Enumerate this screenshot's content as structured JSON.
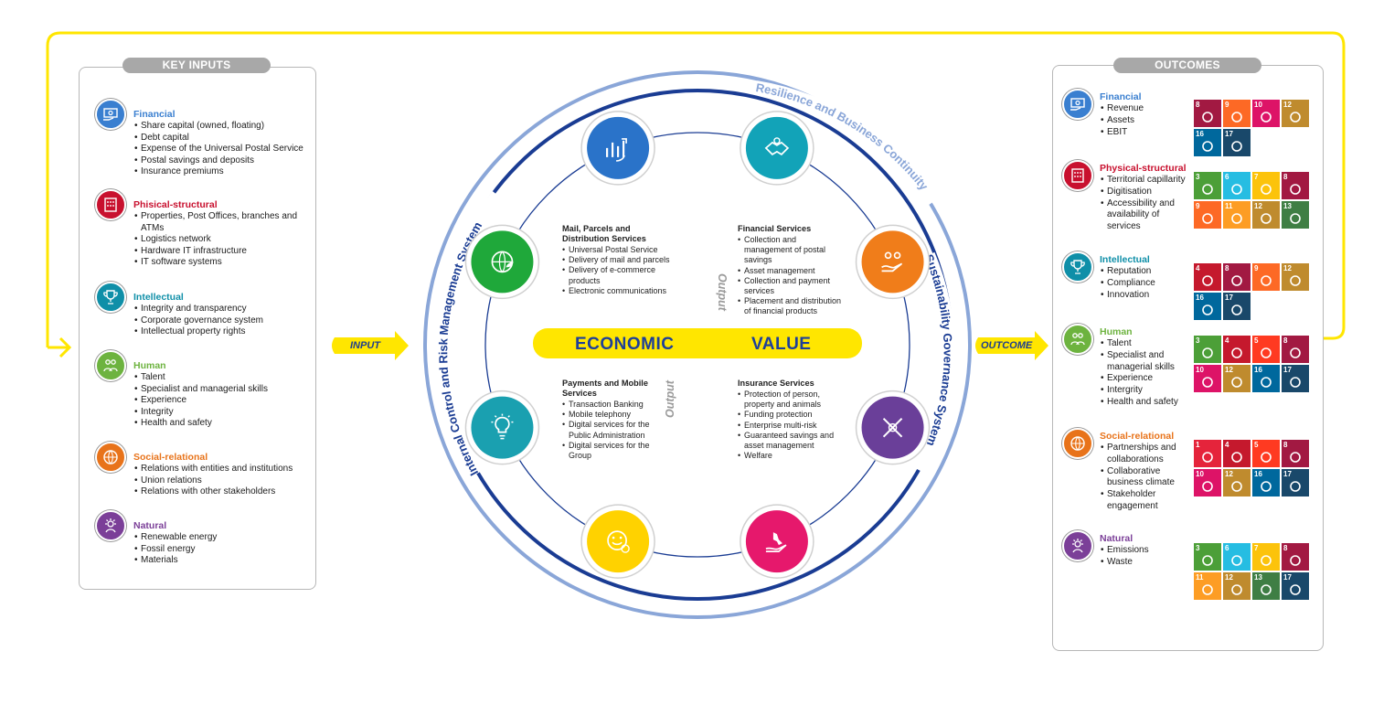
{
  "colors": {
    "yellow": "#ffe600",
    "navy": "#1e3f99",
    "light_blue": "#8aa6d8",
    "grey_pill": "#a8a8a8"
  },
  "key_inputs": {
    "title": "KEY INPUTS",
    "capitals": [
      {
        "name": "Financial",
        "color": "#3a7fd0",
        "icon": "money-hand-icon",
        "items": [
          "Share capital (owned, floating)",
          "Debt capital",
          "Expense of the Universal Postal Service",
          "Postal savings and deposits",
          "Insurance premiums"
        ]
      },
      {
        "name": "Phisical-structural",
        "color": "#c8102e",
        "icon": "building-icon",
        "items": [
          "Properties, Post Offices, branches and ATMs",
          "Logistics network",
          "Hardware IT infrastructure",
          "IT software systems"
        ]
      },
      {
        "name": "Intellectual",
        "color": "#0f8fa8",
        "icon": "trophy-icon",
        "items": [
          "Integrity and transparency",
          "Corporate governance system",
          "Intellectual property rights"
        ]
      },
      {
        "name": "Human",
        "color": "#6db33f",
        "icon": "people-icon",
        "items": [
          "Talent",
          "Specialist and managerial skills",
          "Experience",
          "Integrity",
          "Health and safety"
        ]
      },
      {
        "name": "Social-relational",
        "color": "#e8731a",
        "icon": "globe-icon",
        "items": [
          "Relations with entities and institutions",
          "Union relations",
          "Relations with other stakeholders"
        ]
      },
      {
        "name": "Natural",
        "color": "#7b3f98",
        "icon": "sun-leaf-icon",
        "items": [
          "Renewable energy",
          "Fossil energy",
          "Materials"
        ]
      }
    ]
  },
  "outcomes": {
    "title": "OUTCOMES",
    "capitals": [
      {
        "name": "Financial",
        "color": "#3a7fd0",
        "icon": "money-hand-icon",
        "items": [
          "Revenue",
          "Assets",
          "EBIT"
        ],
        "sdgs": [
          8,
          9,
          10,
          12,
          16,
          17
        ]
      },
      {
        "name": "Physical-structural",
        "color": "#c8102e",
        "icon": "building-icon",
        "items": [
          "Territorial capillarity",
          "Digitisation",
          "Accessibility and availability of services"
        ],
        "sdgs": [
          3,
          6,
          7,
          8,
          9,
          11,
          12,
          13
        ]
      },
      {
        "name": "Intellectual",
        "color": "#0f8fa8",
        "icon": "trophy-icon",
        "items": [
          "Reputation",
          "Compliance",
          "Innovation"
        ],
        "sdgs": [
          4,
          8,
          9,
          12,
          16,
          17
        ]
      },
      {
        "name": "Human",
        "color": "#6db33f",
        "icon": "people-icon",
        "items": [
          "Talent",
          "Specialist and managerial skills",
          "Experience",
          "Intergrity",
          "Health and safety"
        ],
        "sdgs": [
          3,
          4,
          5,
          8,
          10,
          12,
          16,
          17
        ]
      },
      {
        "name": "Social-relational",
        "color": "#e8731a",
        "icon": "globe-icon",
        "items": [
          "Partnerships and collaborations",
          "Collaborative business climate",
          "Stakeholder engagement"
        ],
        "sdgs": [
          1,
          4,
          5,
          8,
          10,
          12,
          16,
          17
        ]
      },
      {
        "name": "Natural",
        "color": "#7b3f98",
        "icon": "sun-leaf-icon",
        "items": [
          "Emissions",
          "Waste"
        ],
        "sdgs": [
          3,
          6,
          7,
          8,
          11,
          12,
          13,
          17
        ]
      }
    ]
  },
  "sdg_colors": {
    "1": "#e5243b",
    "3": "#4c9f38",
    "4": "#c5192d",
    "5": "#ff3a21",
    "6": "#26bde2",
    "7": "#fcc30b",
    "8": "#a21942",
    "9": "#fd6925",
    "10": "#dd1367",
    "11": "#fd9d24",
    "12": "#bf8b2e",
    "13": "#3f7e44",
    "16": "#00689d",
    "17": "#19486a"
  },
  "flow": {
    "input": "INPUT",
    "outcome": "OUTCOME"
  },
  "ring_labels": {
    "top": "Resilience and Business Continuity",
    "left": "Internal Control and Risk Management System",
    "right": "Sustainability Governance System"
  },
  "output_label": "Output",
  "economic_value": {
    "word1": "ECONOMIC",
    "word2": "VALUE"
  },
  "services": {
    "mail": {
      "title": "Mail, Parcels and Distribution Services",
      "items": [
        "Universal Postal Service",
        "Delivery of mail and parcels",
        "Delivery of e-commerce products",
        "Electronic communications"
      ]
    },
    "financial": {
      "title": "Financial Services",
      "items": [
        "Collection and management of postal savings",
        "Asset management",
        "Collection and payment services",
        "Placement and distribution of financial products"
      ]
    },
    "payments": {
      "title": "Payments and Mobile Services",
      "items": [
        "Transaction Banking",
        "Mobile telephony",
        "Digital services for the Public Administration",
        "Digital services for the Group"
      ]
    },
    "insurance": {
      "title": "Insurance Services",
      "items": [
        "Protection of person, property and animals",
        "Funding protection",
        "Enterprise multi-risk",
        "Guaranteed savings and asset management",
        "Welfare"
      ]
    }
  },
  "wheel_icons": [
    {
      "name": "chart-growth-icon",
      "color": "#2a73c9"
    },
    {
      "name": "handshake-icon",
      "color": "#12a3b8"
    },
    {
      "name": "hand-coins-icon",
      "color": "#f07d1a"
    },
    {
      "name": "hands-together-icon",
      "color": "#6a3f99"
    },
    {
      "name": "hand-italy-icon",
      "color": "#e6186c"
    },
    {
      "name": "smile-coin-icon",
      "color": "#ffd200"
    },
    {
      "name": "lightbulb-icon",
      "color": "#1aa0b0"
    },
    {
      "name": "globe-leaf-icon",
      "color": "#1fa83a"
    }
  ]
}
